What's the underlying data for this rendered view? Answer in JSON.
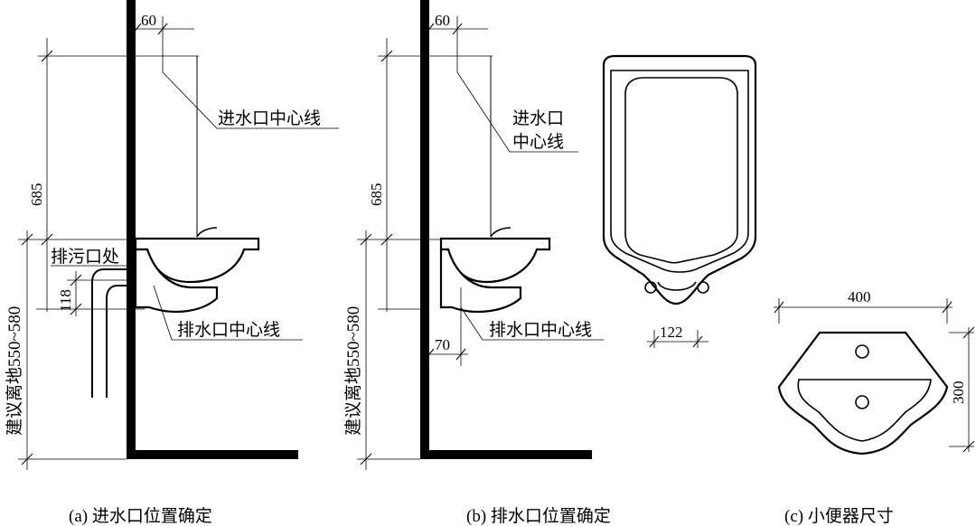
{
  "panel_a": {
    "dim_top": "60",
    "dim_height": "685",
    "dim_drain": "118",
    "label_inlet": "进水口中心线",
    "label_sewage": "排污口处",
    "label_outlet": "排水口中心线",
    "label_floor_height": "建议离地550~580",
    "caption": "(a)  进水口位置确定"
  },
  "panel_b": {
    "dim_top": "60",
    "dim_height": "685",
    "dim_offset": "70",
    "label_inlet_line1": "进水口",
    "label_inlet_line2": "中心线",
    "label_outlet": "排水口中心线",
    "label_floor_height": "建议离地550~580",
    "caption": "(b)  排水口位置确定"
  },
  "panel_c": {
    "dim_outlet_width": "122",
    "dim_width": "400",
    "dim_depth": "300",
    "caption": "(c)  小便器尺寸"
  }
}
